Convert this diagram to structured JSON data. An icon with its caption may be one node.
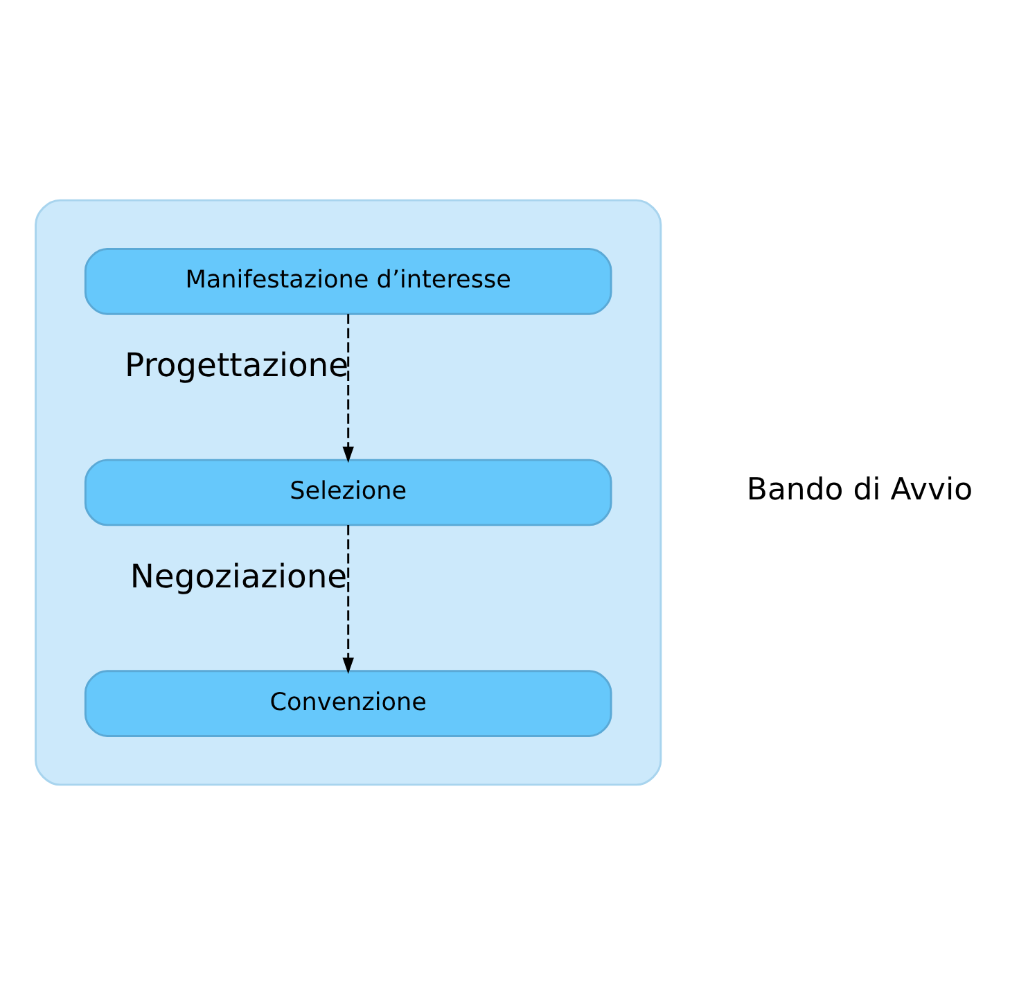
{
  "diagram": {
    "nodes": [
      {
        "text": [],
        "shape": "box"
      },
      {
        "text": [
          "Manifestazione d’interesse"
        ],
        "in": 0
      },
      {
        "text": [
          "Selezione"
        ],
        "in": 0
      },
      {
        "text": [
          "Convenzione"
        ],
        "in": 0
      }
    ],
    "edges": [
      {
        "from": 1,
        "to": 2,
        "arrow": "to",
        "style": "dashed",
        "label": "Progettazione"
      },
      {
        "from": 2,
        "to": 3,
        "arrow": "to",
        "style": "dashed",
        "label": "Negoziazione"
      }
    ],
    "labels": [
      "Bando di Avvio"
    ]
  }
}
